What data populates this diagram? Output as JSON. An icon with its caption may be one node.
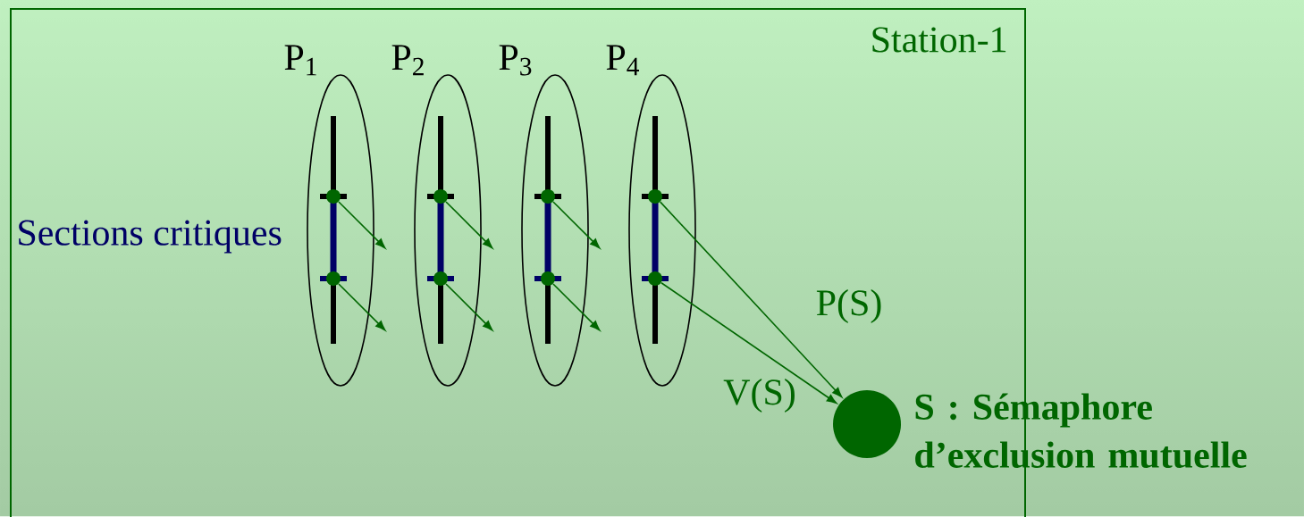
{
  "diagram": {
    "nodes": [
      {
        "text": [
          "Station-1"
        ]
      },
      {
        "text": [
          "P$_{1}$"
        ],
        "in": 0
      },
      {
        "text": [
          "P$_{2}$"
        ],
        "in": 0
      },
      {
        "text": [
          "P$_{3}$"
        ],
        "in": 0
      },
      {
        "text": [
          "P$_{4}$"
        ],
        "in": 0
      },
      {
        "text": [],
        "shape": "circle",
        "in": 1
      },
      {
        "text": [],
        "shape": "circle",
        "in": 1
      },
      {
        "text": [],
        "shape": "circle",
        "in": 2
      },
      {
        "text": [],
        "shape": "circle",
        "in": 2
      },
      {
        "text": [],
        "shape": "circle",
        "in": 3
      },
      {
        "text": [],
        "shape": "circle",
        "in": 3
      },
      {
        "text": [],
        "shape": "circle",
        "in": 4
      },
      {
        "text": [],
        "shape": "circle",
        "in": 4
      },
      {
        "text": [],
        "shape": "circle",
        "in": 0,
        "beside": [
          "S : Sémaphore d’exclusion mutuelle"
        ]
      }
    ],
    "edges": [
      {
        "from": 5,
        "to": null,
        "arrow": "to"
      },
      {
        "from": 6,
        "to": null,
        "arrow": "to"
      },
      {
        "from": 7,
        "to": null,
        "arrow": "to"
      },
      {
        "from": 8,
        "to": null,
        "arrow": "to"
      },
      {
        "from": 9,
        "to": null,
        "arrow": "to"
      },
      {
        "from": 10,
        "to": null,
        "arrow": "to"
      },
      {
        "from": 11,
        "to": 13,
        "arrow": "to",
        "label": "P(S)"
      },
      {
        "from": 12,
        "to": 13,
        "arrow": "to",
        "label": "V(S)"
      }
    ],
    "labels": [
      "Sections critiques"
    ]
  }
}
